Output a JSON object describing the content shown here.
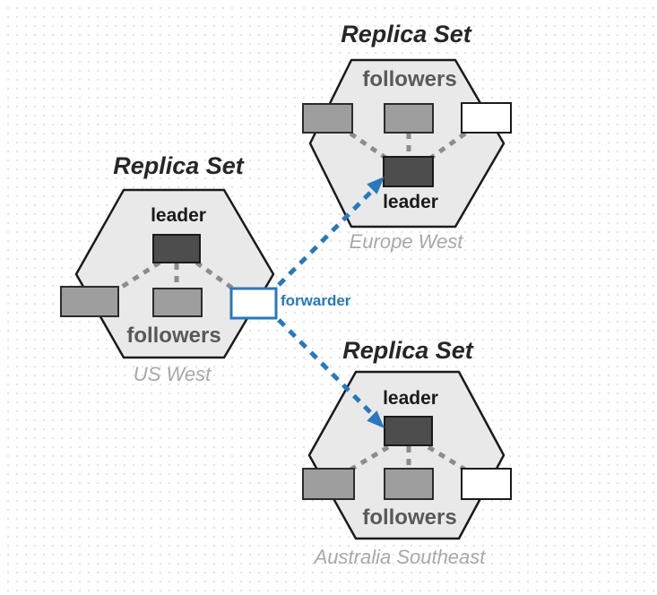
{
  "diagram": {
    "replica_sets": [
      {
        "title": "Replica Set",
        "region": "US West",
        "leader_label": "leader",
        "followers_label": "followers"
      },
      {
        "title": "Replica Set",
        "region": "Europe West",
        "leader_label": "leader",
        "followers_label": "followers"
      },
      {
        "title": "Replica Set",
        "region": "Australia Southeast",
        "leader_label": "leader",
        "followers_label": "followers"
      }
    ],
    "forwarder": {
      "label": "forwarder"
    },
    "colors": {
      "accent_blue": "#2878bd",
      "hexagon_fill": "#e9e9e9",
      "outline": "#1a1a1a",
      "leader_fill": "#4d4d4d",
      "follower_fill": "#9e9e9e",
      "connector_gray": "#8c8c8c",
      "followers_text": "#595959",
      "region_text": "#a8a8a8",
      "title_text": "#262626"
    }
  }
}
